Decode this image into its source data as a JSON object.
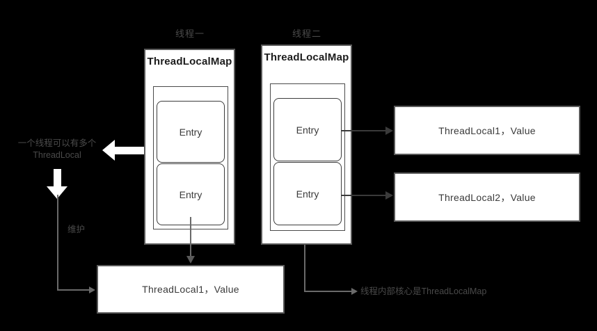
{
  "diagram": {
    "title_context": "ThreadLocal / ThreadLocalMap structure",
    "background_color": "#000000",
    "accent_color": "#ffffff",
    "line_color": "#3a3a3a",
    "note_color": "#4a4a4a"
  },
  "captions": {
    "thread_one": "线程一",
    "thread_two": "线程二"
  },
  "threads": [
    {
      "id": "thread-one",
      "map_title": "ThreadLocalMap",
      "entries": [
        {
          "label": "Entry"
        },
        {
          "label": "Entry"
        }
      ]
    },
    {
      "id": "thread-two",
      "map_title": "ThreadLocalMap",
      "entries": [
        {
          "label": "Entry"
        },
        {
          "label": "Entry"
        }
      ]
    }
  ],
  "value_boxes": {
    "right_top": "ThreadLocal1，Value",
    "right_bottom": "ThreadLocal2，Value",
    "bottom_left": "ThreadLocal1，Value"
  },
  "notes": {
    "multi_threadlocal_line1": "一个线程可以有多个",
    "multi_threadlocal_line2": "ThreadLocal",
    "maintain": "维护",
    "core_is_map": "线程内部核心是ThreadLocalMap"
  }
}
